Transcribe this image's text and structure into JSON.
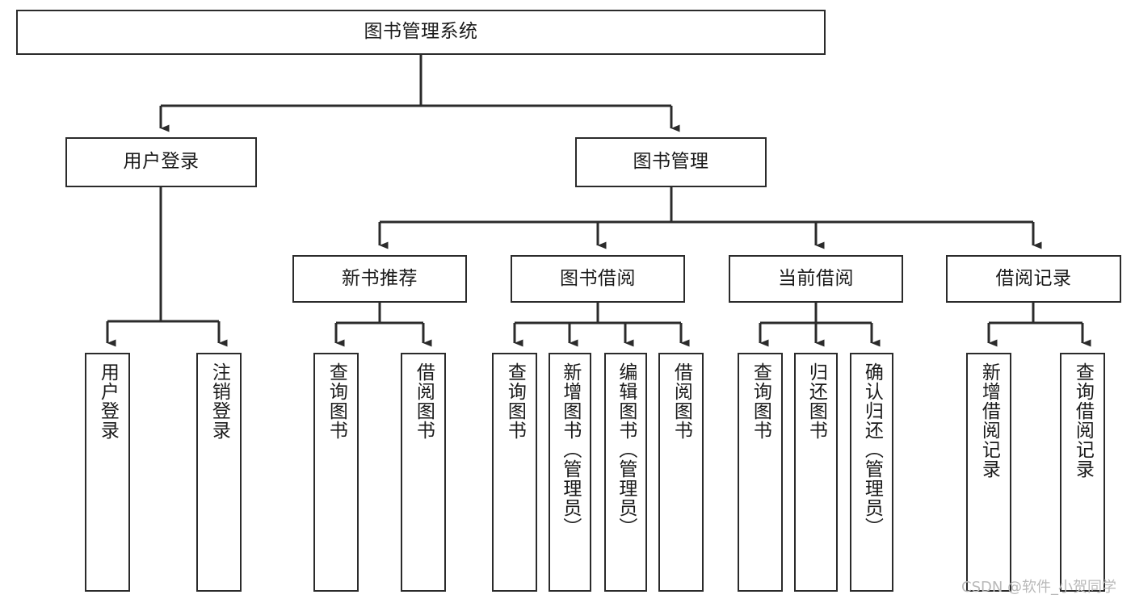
{
  "diagram": {
    "type": "tree-hierarchy-chart",
    "title": "图书管理系统",
    "line_color": "#2b2b2b",
    "box_fill": "#ffffff",
    "text_color": "#1a1a1a",
    "nodes": {
      "root": {
        "label": "图书管理系统"
      },
      "level2": [
        {
          "label": "用户登录"
        },
        {
          "label": "图书管理"
        }
      ],
      "level3": [
        {
          "label": "新书推荐"
        },
        {
          "label": "图书借阅"
        },
        {
          "label": "当前借阅"
        },
        {
          "label": "借阅记录"
        }
      ],
      "leaves": [
        {
          "label": "用户登录"
        },
        {
          "label": "注销登录"
        },
        {
          "label": "查询图书"
        },
        {
          "label": "借阅图书"
        },
        {
          "label": "查询图书"
        },
        {
          "label": "新增图书（管理员）"
        },
        {
          "label": "编辑图书（管理员）"
        },
        {
          "label": "借阅图书"
        },
        {
          "label": "查询图书"
        },
        {
          "label": "归还图书"
        },
        {
          "label": "确认归还（管理员）"
        },
        {
          "label": "新增借阅记录"
        },
        {
          "label": "查询借阅记录"
        }
      ]
    }
  },
  "watermark": {
    "text": "CSDN @软件_小贺同学"
  }
}
